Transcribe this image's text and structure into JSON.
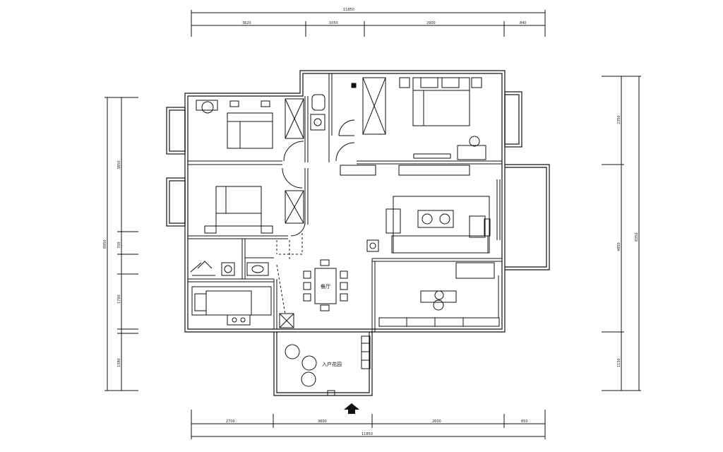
{
  "drawing": {
    "line_color": "#111111",
    "background": "#ffffff",
    "top_dims": {
      "overall": "11850",
      "segments": [
        "3620",
        "1050",
        "2900",
        "840"
      ]
    },
    "bottom_dims": {
      "overall": "11850",
      "segments": [
        "2700",
        "3600",
        "2600",
        "850"
      ]
    },
    "left_dims": {
      "overall": "8950",
      "segments": [
        "3850",
        "700",
        "1700",
        "1380"
      ]
    },
    "right_dims": {
      "overall": "8350",
      "segments": [
        "2350",
        "4850",
        "1150"
      ]
    },
    "dining_label": "餐厅",
    "entry_label": "入户花园",
    "entry_arrow_icon": "entry-arrow-icon"
  }
}
